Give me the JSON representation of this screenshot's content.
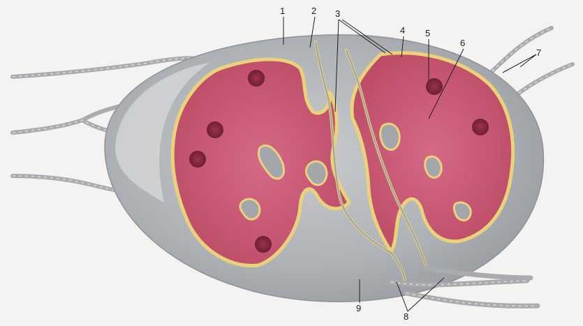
{
  "figure": {
    "labels": [
      "1",
      "2",
      "3",
      "4",
      "5",
      "6",
      "7",
      "8",
      "9"
    ]
  },
  "colors": {
    "background": "#f4f3f1",
    "capsule": "#b9bbbf",
    "cortex": "#c8506e",
    "trabecula_border": "#e9d27a",
    "sinus": "#9fa3a8",
    "follicle": "#8a2840",
    "vessel": "#b0b2b6"
  }
}
